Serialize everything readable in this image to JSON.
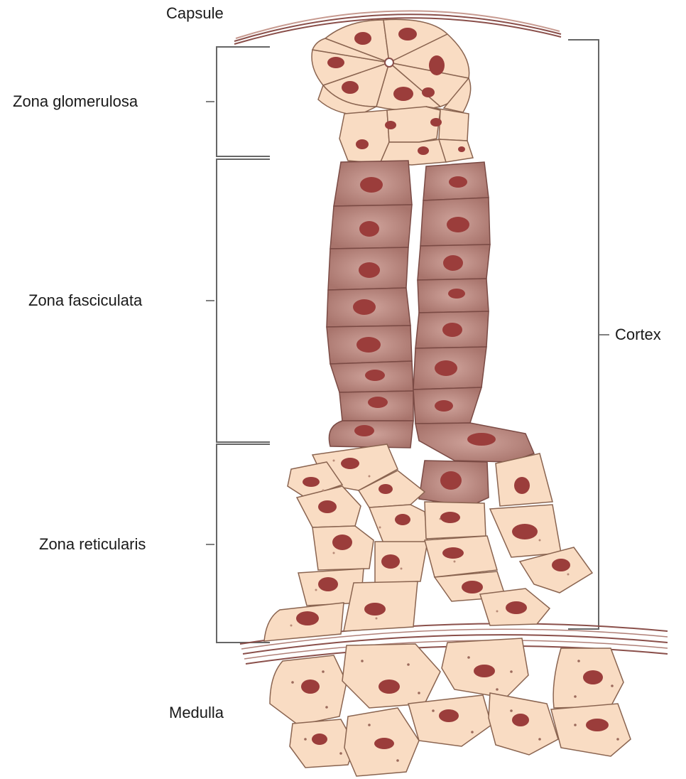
{
  "labels": {
    "capsule": "Capsule",
    "zona_glomerulosa": "Zona glomerulosa",
    "zona_fasciculata": "Zona fasciculata",
    "cortex": "Cortex",
    "zona_reticularis": "Zona reticularis",
    "medulla": "Medulla"
  },
  "colors": {
    "light_cell": "#f9dcc3",
    "cell_outline": "#8a6450",
    "dark_cell": "#b07e76",
    "dark_cell_center": "#c99a92",
    "nucleus": "#9b3d3b",
    "capsule_line": "#8a4f4a",
    "bracket": "#666666"
  }
}
